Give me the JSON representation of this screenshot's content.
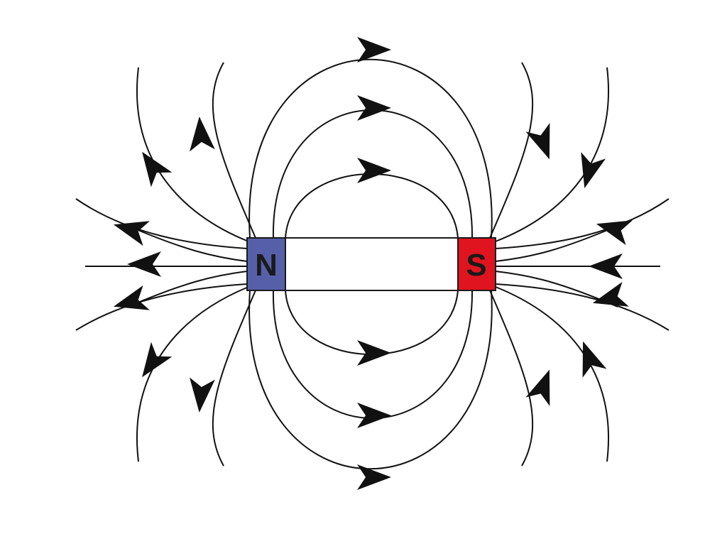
{
  "magnet": {
    "north_label": "N",
    "south_label": "S",
    "north_color": "#5560a8",
    "south_color": "#e0141e",
    "body_color": "#ffffff",
    "outline_color": "#1a1a1a",
    "label_color": "#1a1a1a"
  },
  "field": {
    "line_color": "#111111",
    "direction": "north-to-south",
    "arrow_icon": "arrowhead-icon"
  }
}
